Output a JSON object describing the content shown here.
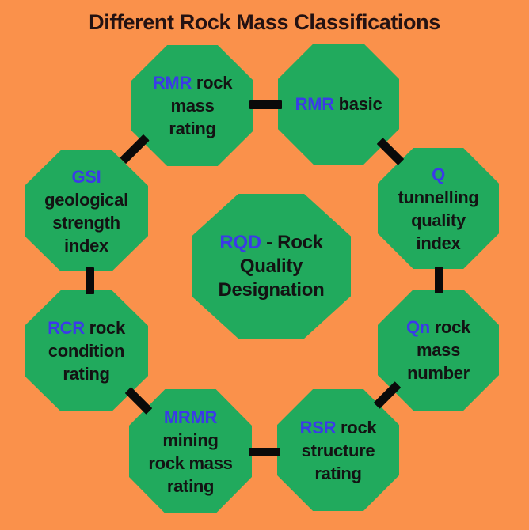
{
  "title": "Different Rock Mass Classifications",
  "colors": {
    "background": "#FA914B",
    "node_fill": "#21AA5D",
    "abbr_text": "#3B3AE8",
    "body_text": "#131313",
    "connector": "#0A0A0A",
    "title_text": "#241212"
  },
  "center": {
    "id": "rqd",
    "full_label": "RQD - Rock Quality Designation",
    "lines": [
      {
        "abbr": "RQD",
        "rest": " - Rock"
      },
      {
        "rest": "Quality"
      },
      {
        "rest": "Designation"
      }
    ]
  },
  "nodes": [
    {
      "id": "rmr",
      "full_label": "RMR rock mass rating",
      "lines": [
        {
          "abbr": "RMR",
          "rest": " rock"
        },
        {
          "rest": "mass"
        },
        {
          "rest": "rating"
        }
      ]
    },
    {
      "id": "rmr-basic",
      "full_label": "RMR basic",
      "lines": [
        {
          "abbr": "RMR",
          "rest": " basic"
        }
      ]
    },
    {
      "id": "q",
      "full_label": "Q tunnelling quality index",
      "lines": [
        {
          "abbr": "Q"
        },
        {
          "rest": "tunnelling"
        },
        {
          "rest": "quality"
        },
        {
          "rest": "index"
        }
      ]
    },
    {
      "id": "qn",
      "full_label": "Qn rock mass number",
      "lines": [
        {
          "abbr": "Qn",
          "rest": " rock"
        },
        {
          "rest": "mass"
        },
        {
          "rest": "number"
        }
      ]
    },
    {
      "id": "rsr",
      "full_label": "RSR rock structure rating",
      "lines": [
        {
          "abbr": "RSR",
          "rest": " rock"
        },
        {
          "rest": "structure"
        },
        {
          "rest": "rating"
        }
      ]
    },
    {
      "id": "mrmr",
      "full_label": "MRMR mining rock mass rating",
      "lines": [
        {
          "abbr": "MRMR"
        },
        {
          "rest": "mining"
        },
        {
          "rest": "rock mass"
        },
        {
          "rest": "rating"
        }
      ]
    },
    {
      "id": "rcr",
      "full_label": "RCR rock condition rating",
      "lines": [
        {
          "abbr": "RCR",
          "rest": " rock"
        },
        {
          "rest": "condition"
        },
        {
          "rest": "rating"
        }
      ]
    },
    {
      "id": "gsi",
      "full_label": "GSI geological strength index",
      "lines": [
        {
          "abbr": "GSI"
        },
        {
          "rest": "geological"
        },
        {
          "rest": "strength"
        },
        {
          "rest": "index"
        }
      ]
    }
  ]
}
